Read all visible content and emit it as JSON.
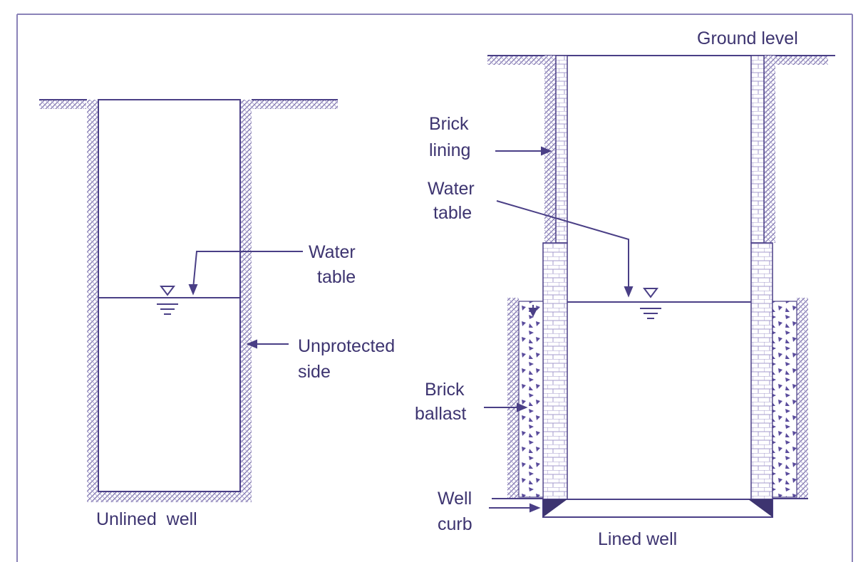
{
  "colors": {
    "line": "#4a3f86",
    "text": "#3d3470",
    "frame": "#8a82b8",
    "hatch": "#7d73ad",
    "brick": "#a49bcc",
    "ballast": "#5a4c9c",
    "background": "#ffffff"
  },
  "unlined": {
    "title": "Unlined  well",
    "water_table": [
      "Water",
      "table"
    ],
    "side": [
      "Unprotected",
      "side"
    ]
  },
  "lined": {
    "title": "Lined well",
    "ground": "Ground level",
    "brick_lining": [
      "Brick",
      "lining"
    ],
    "water_table": [
      "Water",
      "table"
    ],
    "brick_ballast": [
      "Brick",
      "ballast"
    ],
    "well_curb": [
      "Well",
      "curb"
    ]
  }
}
